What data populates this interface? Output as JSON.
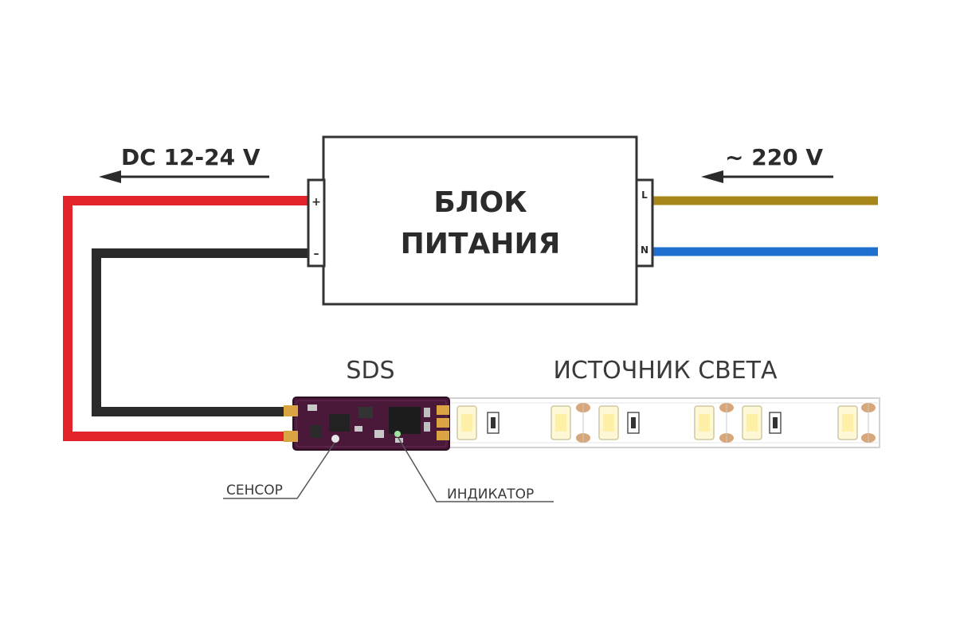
{
  "diagram": {
    "dc_label": "DC 12-24 V",
    "ac_label": "~ 220 V",
    "psu_title_line1": "БЛОК",
    "psu_title_line2": "ПИТАНИЯ",
    "term_plus": "+",
    "term_minus": "–",
    "term_l": "L",
    "term_n": "N",
    "controller_label": "SDS",
    "strip_label": "ИСТОЧНИК СВЕТА",
    "sensor_label": "СЕНСОР",
    "indicator_label": "ИНДИКАТОР"
  },
  "colors": {
    "wire_positive": "#e3242b",
    "wire_negative": "#2a2a2a",
    "wire_live": "#a8871a",
    "wire_neutral": "#1f6fd1",
    "pcb": "#4a1838",
    "strip": "#ffffff",
    "led": "#fff8d6",
    "resistor": "#d7a77a"
  },
  "icons": {
    "dc_arrow": "arrow-left-icon",
    "ac_arrow": "arrow-left-icon"
  }
}
